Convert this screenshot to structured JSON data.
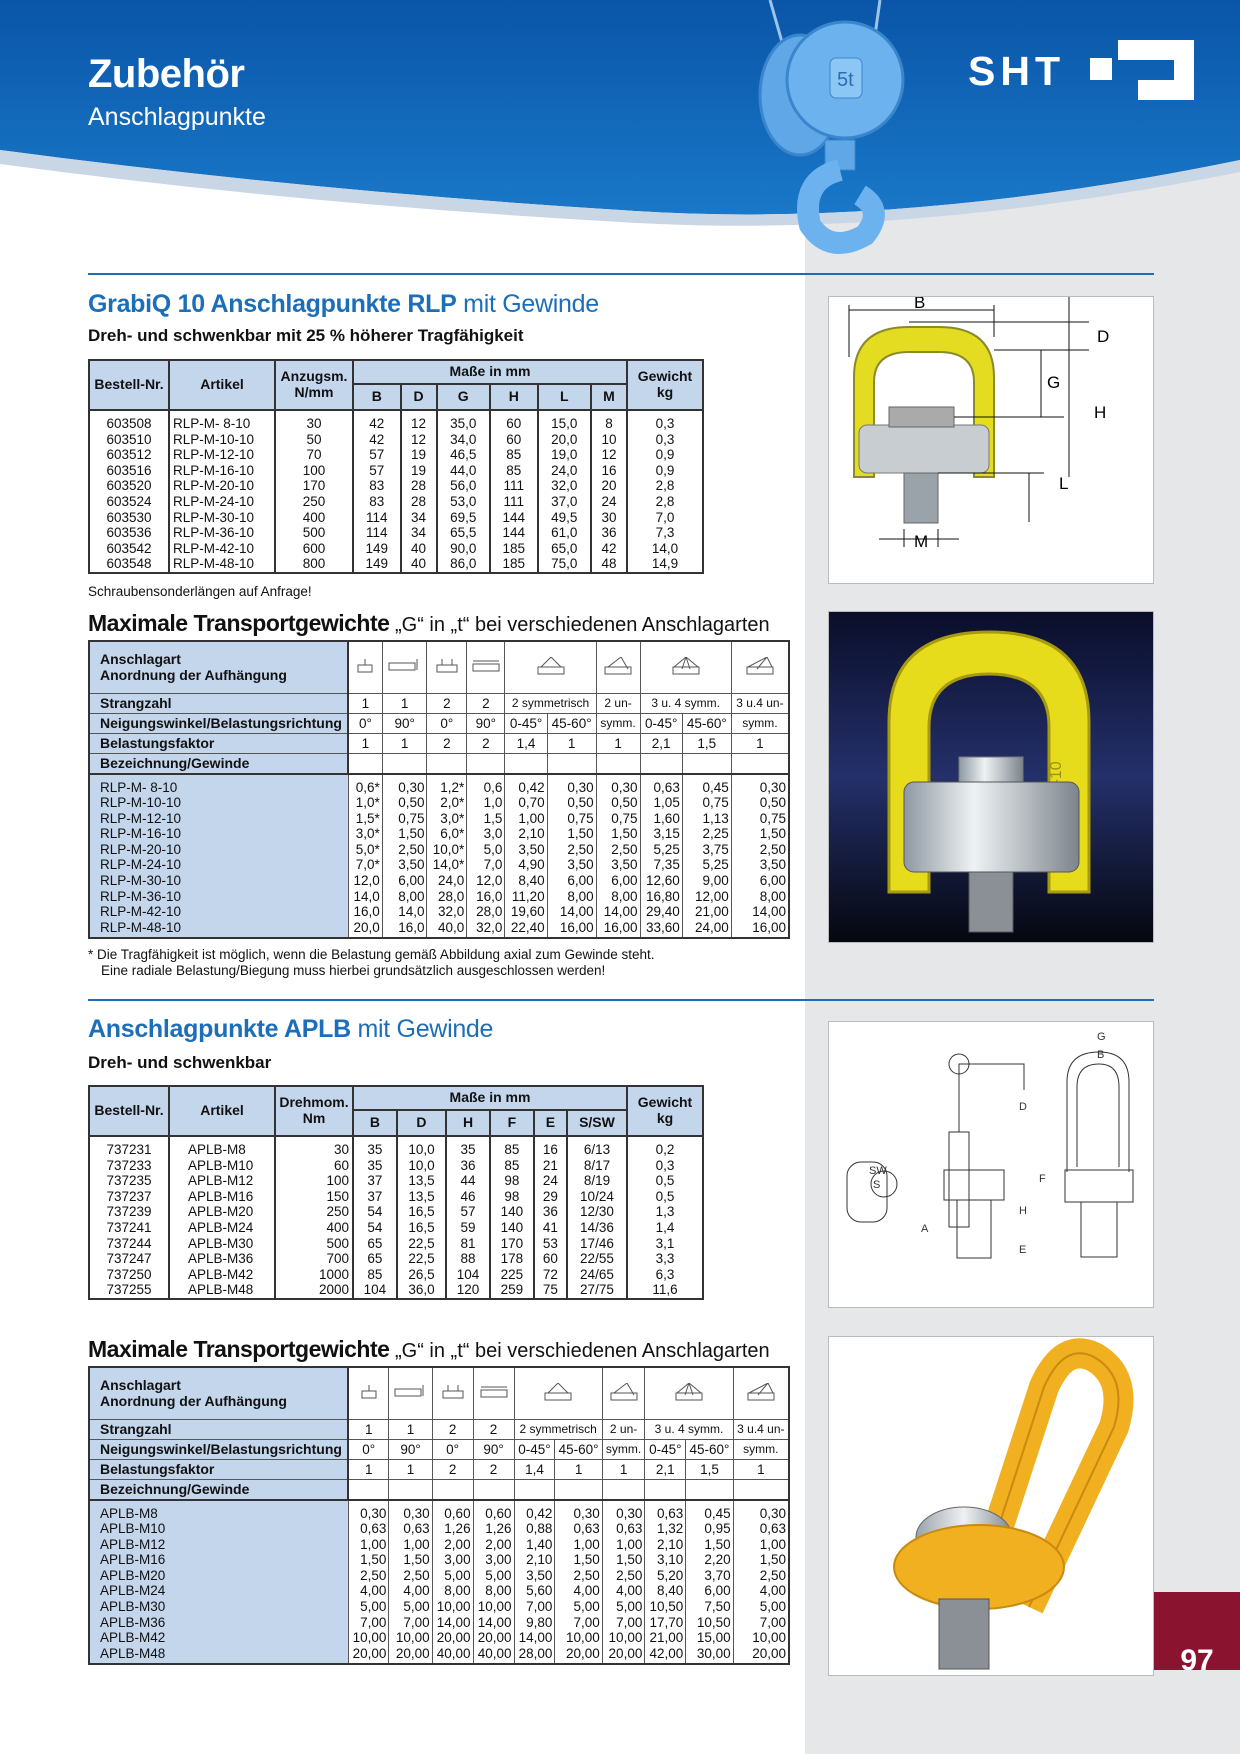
{
  "header": {
    "title": "Zubehör",
    "subtitle": "Anschlagpunkte",
    "logo": "SHT"
  },
  "section1": {
    "title_bold": "GrabiQ 10 Anschlagpunkte RLP",
    "title_rest": " mit Gewinde",
    "subtitle": "Dreh- und schwenkbar mit 25 % höherer Tragfähigkeit",
    "table": {
      "h_bestell": "Bestell-Nr.",
      "h_artikel": "Artikel",
      "h_anzug1": "Anzugsm.",
      "h_anzug2": "N/mm",
      "h_masse": "Maße in mm",
      "h_gewicht1": "Gewicht",
      "h_gewicht2": "kg",
      "dims": [
        "B",
        "D",
        "G",
        "H",
        "L",
        "M"
      ],
      "bestell": [
        "603508",
        "603510",
        "603512",
        "603516",
        "603520",
        "603524",
        "603530",
        "603536",
        "603542",
        "603548"
      ],
      "artikel": [
        "RLP-M-  8-10",
        "RLP-M-10-10",
        "RLP-M-12-10",
        "RLP-M-16-10",
        "RLP-M-20-10",
        "RLP-M-24-10",
        "RLP-M-30-10",
        "RLP-M-36-10",
        "RLP-M-42-10",
        "RLP-M-48-10"
      ],
      "anzug": [
        "30",
        "50",
        "70",
        "100",
        "170",
        "250",
        "400",
        "500",
        "600",
        "800"
      ],
      "B": [
        "42",
        "42",
        "57",
        "57",
        "83",
        "83",
        "114",
        "114",
        "149",
        "149"
      ],
      "D": [
        "12",
        "12",
        "19",
        "19",
        "28",
        "28",
        "34",
        "34",
        "40",
        "40"
      ],
      "G": [
        "35,0",
        "34,0",
        "46,5",
        "44,0",
        "56,0",
        "53,0",
        "69,5",
        "65,5",
        "90,0",
        "86,0"
      ],
      "H": [
        "60",
        "60",
        "85",
        "85",
        "111",
        "111",
        "144",
        "144",
        "185",
        "185"
      ],
      "L": [
        "15,0",
        "20,0",
        "19,0",
        "24,0",
        "32,0",
        "37,0",
        "49,5",
        "61,0",
        "65,0",
        "75,0"
      ],
      "M": [
        "8",
        "10",
        "12",
        "16",
        "20",
        "24",
        "30",
        "36",
        "42",
        "48"
      ],
      "gewicht": [
        "0,3",
        "0,3",
        "0,9",
        "0,9",
        "2,8",
        "2,8",
        "7,0",
        "7,3",
        "14,0",
        "14,9"
      ]
    },
    "note": "Schraubensonderlängen auf Anfrage!"
  },
  "max1": {
    "title_bold": "Maximale Transportgewichte",
    "title_rest": " „G“ in „t“ bei verschiedenen Anschlagarten",
    "anschlagart": "Anschlagart",
    "anordnung": "Anordnung der Aufhängung",
    "strangzahl_label": "Strangzahl",
    "strangzahl": [
      "1",
      "1",
      "2",
      "2",
      "2 symmetrisch",
      "2 un-",
      "3 u. 4 symm.",
      "3 u.4 un-"
    ],
    "neigung_label": "Neigungswinkel/Belastungsrichtung",
    "neigung": [
      "0°",
      "90°",
      "0°",
      "90°",
      "0-45°",
      "45-60°",
      "symm.",
      "0-45°",
      "45-60°",
      "symm."
    ],
    "faktor_label": "Belastungsfaktor",
    "faktor": [
      "1",
      "1",
      "2",
      "2",
      "1,4",
      "1",
      "1",
      "2,1",
      "1,5",
      "1"
    ],
    "bezeichnung_label": "Bezeichnung/Gewinde",
    "names": [
      "RLP-M-  8-10",
      "RLP-M-10-10",
      "RLP-M-12-10",
      "RLP-M-16-10",
      "RLP-M-20-10",
      "RLP-M-24-10",
      "RLP-M-30-10",
      "RLP-M-36-10",
      "RLP-M-42-10",
      "RLP-M-48-10"
    ],
    "cols": [
      [
        "0,6*",
        "1,0*",
        "1,5*",
        "3,0*",
        "5,0*",
        "7,0*",
        "12,0",
        "14,0",
        "16,0",
        "20,0"
      ],
      [
        "0,30",
        "0,50",
        "0,75",
        "1,50",
        "2,50",
        "3,50",
        "6,00",
        "8,00",
        "14,0",
        "16,0"
      ],
      [
        "1,2*",
        "2,0*",
        "3,0*",
        "6,0*",
        "10,0*",
        "14,0*",
        "24,0",
        "28,0",
        "32,0",
        "40,0"
      ],
      [
        "0,6",
        "1,0",
        "1,5",
        "3,0",
        "5,0",
        "7,0",
        "12,0",
        "16,0",
        "28,0",
        "32,0"
      ],
      [
        "0,42",
        "0,70",
        "1,00",
        "2,10",
        "3,50",
        "4,90",
        "8,40",
        "11,20",
        "19,60",
        "22,40"
      ],
      [
        "0,30",
        "0,50",
        "0,75",
        "1,50",
        "2,50",
        "3,50",
        "6,00",
        "8,00",
        "14,00",
        "16,00"
      ],
      [
        "0,30",
        "0,50",
        "0,75",
        "1,50",
        "2,50",
        "3,50",
        "6,00",
        "8,00",
        "14,00",
        "16,00"
      ],
      [
        "0,63",
        "1,05",
        "1,60",
        "3,15",
        "5,25",
        "7,35",
        "12,60",
        "16,80",
        "29,40",
        "33,60"
      ],
      [
        "0,45",
        "0,75",
        "1,13",
        "2,25",
        "3,75",
        "5,25",
        "9,00",
        "12,00",
        "21,00",
        "24,00"
      ],
      [
        "0,30",
        "0,50",
        "0,75",
        "1,50",
        "2,50",
        "3,50",
        "6,00",
        "8,00",
        "14,00",
        "16,00"
      ]
    ],
    "footnote1": "* Die Tragfähigkeit ist möglich, wenn die Belastung gemäß Abbildung axial zum Gewinde steht.",
    "footnote2": "Eine radiale Belastung/Biegung muss hierbei grundsätzlich ausgeschlossen werden!"
  },
  "section2": {
    "title_bold": "Anschlagpunkte APLB",
    "title_rest": " mit Gewinde",
    "subtitle": "Dreh- und schwenkbar",
    "table": {
      "h_bestell": "Bestell-Nr.",
      "h_artikel": "Artikel",
      "h_dreh1": "Drehmom.",
      "h_dreh2": "Nm",
      "h_masse": "Maße in mm",
      "h_gewicht1": "Gewicht",
      "h_gewicht2": "kg",
      "dims": [
        "B",
        "D",
        "H",
        "F",
        "E",
        "S/SW"
      ],
      "bestell": [
        "737231",
        "737233",
        "737235",
        "737237",
        "737239",
        "737241",
        "737244",
        "737247",
        "737250",
        "737255"
      ],
      "artikel": [
        "APLB-M8",
        "APLB-M10",
        "APLB-M12",
        "APLB-M16",
        "APLB-M20",
        "APLB-M24",
        "APLB-M30",
        "APLB-M36",
        "APLB-M42",
        "APLB-M48"
      ],
      "dreh": [
        "30",
        "60",
        "100",
        "150",
        "250",
        "400",
        "500",
        "700",
        "1000",
        "2000"
      ],
      "B": [
        "35",
        "35",
        "37",
        "37",
        "54",
        "54",
        "65",
        "65",
        "85",
        "104"
      ],
      "D": [
        "10,0",
        "10,0",
        "13,5",
        "13,5",
        "16,5",
        "16,5",
        "22,5",
        "22,5",
        "26,5",
        "36,0"
      ],
      "H": [
        "35",
        "36",
        "44",
        "46",
        "57",
        "59",
        "81",
        "88",
        "104",
        "120"
      ],
      "F": [
        "85",
        "85",
        "98",
        "98",
        "140",
        "140",
        "170",
        "178",
        "225",
        "259"
      ],
      "E": [
        "16",
        "21",
        "24",
        "29",
        "36",
        "41",
        "53",
        "60",
        "72",
        "75"
      ],
      "S": [
        "6/13",
        "8/17",
        "8/19",
        "10/24",
        "12/30",
        "14/36",
        "17/46",
        "22/55",
        "24/65",
        "27/75"
      ],
      "gewicht": [
        "0,2",
        "0,3",
        "0,5",
        "0,5",
        "1,3",
        "1,4",
        "3,1",
        "3,3",
        "6,3",
        "11,6"
      ]
    }
  },
  "max2": {
    "title_bold": "Maximale Transportgewichte",
    "title_rest": " „G“ in „t“ bei verschiedenen Anschlagarten",
    "anschlagart": "Anschlagart",
    "anordnung": "Anordnung der Aufhängung",
    "strangzahl_label": "Strangzahl",
    "strangzahl": [
      "1",
      "1",
      "2",
      "2",
      "2 symmetrisch",
      "2 un-",
      "3 u. 4 symm.",
      "3 u.4 un-"
    ],
    "neigung_label": "Neigungswinkel/Belastungsrichtung",
    "neigung": [
      "0°",
      "90°",
      "0°",
      "90°",
      "0-45°",
      "45-60°",
      "symm.",
      "0-45°",
      "45-60°",
      "symm."
    ],
    "faktor_label": "Belastungsfaktor",
    "faktor": [
      "1",
      "1",
      "2",
      "2",
      "1,4",
      "1",
      "1",
      "2,1",
      "1,5",
      "1"
    ],
    "bezeichnung_label": "Bezeichnung/Gewinde",
    "names": [
      "APLB-M8",
      "APLB-M10",
      "APLB-M12",
      "APLB-M16",
      "APLB-M20",
      "APLB-M24",
      "APLB-M30",
      "APLB-M36",
      "APLB-M42",
      "APLB-M48"
    ],
    "cols": [
      [
        "0,30",
        "0,63",
        "1,00",
        "1,50",
        "2,50",
        "4,00",
        "5,00",
        "7,00",
        "10,00",
        "20,00"
      ],
      [
        "0,30",
        "0,63",
        "1,00",
        "1,50",
        "2,50",
        "4,00",
        "5,00",
        "7,00",
        "10,00",
        "20,00"
      ],
      [
        "0,60",
        "1,26",
        "2,00",
        "3,00",
        "5,00",
        "8,00",
        "10,00",
        "14,00",
        "20,00",
        "40,00"
      ],
      [
        "0,60",
        "1,26",
        "2,00",
        "3,00",
        "5,00",
        "8,00",
        "10,00",
        "14,00",
        "20,00",
        "40,00"
      ],
      [
        "0,42",
        "0,88",
        "1,40",
        "2,10",
        "3,50",
        "5,60",
        "7,00",
        "9,80",
        "14,00",
        "28,00"
      ],
      [
        "0,30",
        "0,63",
        "1,00",
        "1,50",
        "2,50",
        "4,00",
        "5,00",
        "7,00",
        "10,00",
        "20,00"
      ],
      [
        "0,30",
        "0,63",
        "1,00",
        "1,50",
        "2,50",
        "4,00",
        "5,00",
        "7,00",
        "10,00",
        "20,00"
      ],
      [
        "0,63",
        "1,32",
        "2,10",
        "3,10",
        "5,20",
        "8,40",
        "10,50",
        "17,70",
        "21,00",
        "42,00"
      ],
      [
        "0,45",
        "0,95",
        "1,50",
        "2,20",
        "3,70",
        "6,00",
        "7,50",
        "10,50",
        "15,00",
        "30,00"
      ],
      [
        "0,30",
        "0,63",
        "1,00",
        "1,50",
        "2,50",
        "4,00",
        "5,00",
        "7,00",
        "10,00",
        "20,00"
      ]
    ]
  },
  "diagram1": {
    "labels": [
      "B",
      "D",
      "G",
      "H",
      "L",
      "M"
    ]
  },
  "diagram2": {
    "labels": [
      "G",
      "B",
      "D",
      "F",
      "H",
      "E",
      "A",
      "SW",
      "S"
    ]
  },
  "photo1_marking": "RLP-M20-10",
  "page_number": "97",
  "colors": {
    "brand_blue": "#1d6eb8",
    "table_header": "#c4d6ec",
    "page_tab": "#8a1430",
    "yellow": "#e6dc1c"
  }
}
